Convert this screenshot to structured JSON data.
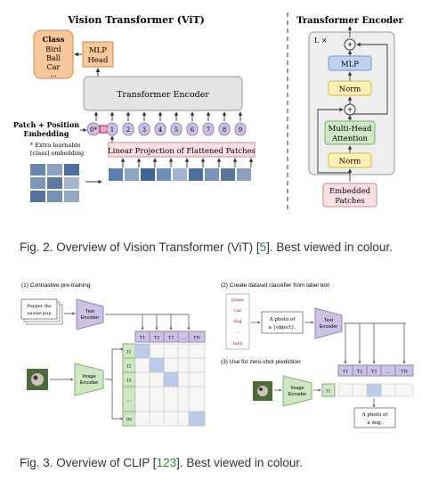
{
  "vit": {
    "title": "Vision Transformer (ViT)",
    "class_box": {
      "title": "Class",
      "items": [
        "Bird",
        "Ball",
        "Car",
        "..."
      ]
    },
    "mlp_head": [
      "MLP",
      "Head"
    ],
    "transformer_encoder": "Transformer Encoder",
    "linear_projection": "Linear Projection of Flattened Patches",
    "patch_label": [
      "Patch + Position",
      "Embedding"
    ],
    "extra_note": [
      "* Extra learnable",
      "[class] embedding"
    ],
    "tokens": [
      "0*",
      "1",
      "2",
      "3",
      "4",
      "5",
      "6",
      "7",
      "8",
      "9"
    ]
  },
  "encoder": {
    "title": "Transformer Encoder",
    "lx": "L ×",
    "mlp": "MLP",
    "norm": "Norm",
    "attention": [
      "Multi-Head",
      "Attention"
    ],
    "embedded": [
      "Embedded",
      "Patches"
    ],
    "plus": "+"
  },
  "fig2_caption": {
    "before": "Fig. 2. Overview of Vision Transformer (ViT) [",
    "ref": "5",
    "after": "]. Best viewed in colour."
  },
  "clip": {
    "step1": "(1) Contrastive pre-training",
    "step2": "(2) Create dataset classifier from label text",
    "step3": "(3) Use for zero-shot prediction",
    "pepper_text": [
      "Pepper the",
      "aussie pup"
    ],
    "text_encoder": [
      "Text",
      "Encoder"
    ],
    "image_encoder": [
      "Image",
      "Encoder"
    ],
    "t_headers": [
      "T1",
      "T2",
      "T3",
      "...",
      "TN"
    ],
    "i_rows": [
      "I1",
      "I2",
      "I3",
      "...",
      "IN"
    ],
    "labels": [
      "plane",
      "car",
      "dog",
      "...",
      "bird"
    ],
    "template": [
      "A photo of",
      "a {object}."
    ],
    "result": [
      "A photo of",
      "a dog."
    ],
    "i1": "I1"
  },
  "fig3_caption": {
    "before": "Fig. 3. Overview of CLIP [",
    "ref": "123",
    "after": "]. Best viewed in colour."
  },
  "colors": {
    "mlp_orange": "#f9c89a",
    "gray": "#e4e4e4",
    "pink": "#fbe0e3",
    "lavender": "#ccc2e2",
    "green": "#cfe8c4",
    "blue": "#b9cdea",
    "norm_yellow": "#fdf0b2",
    "mlp_blue": "#bfd2f2"
  }
}
